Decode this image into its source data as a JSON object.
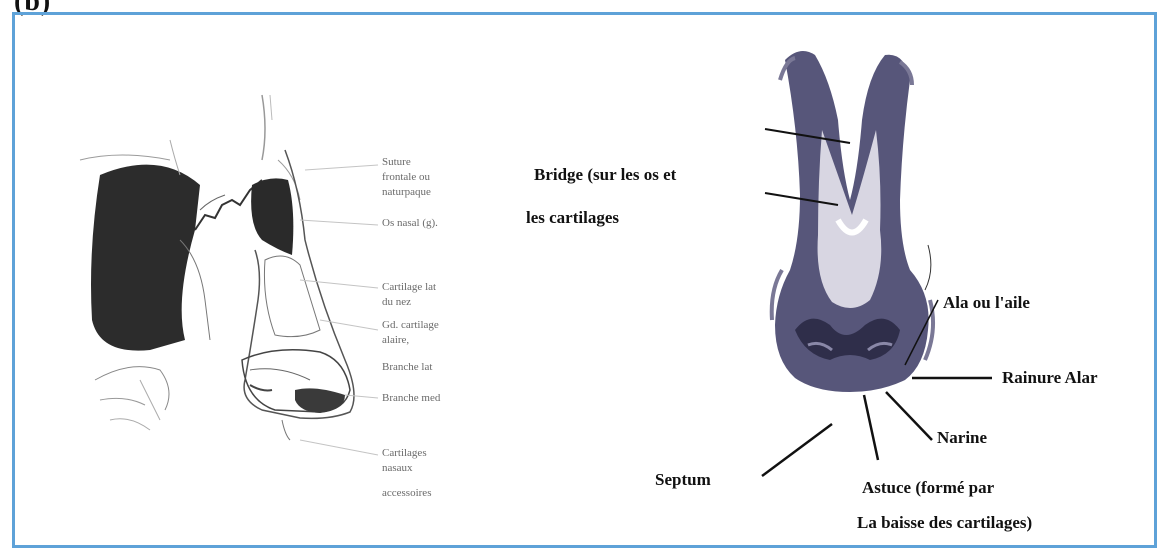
{
  "figure_label": "(b)",
  "left_diagram": {
    "labels": [
      "Suture",
      "frontale ou",
      "naturpaque",
      "Os nasal (g).",
      "Cartilage lat",
      "du nez",
      "Gd. cartilage",
      "alaire,",
      "Branche lat",
      "Branche med",
      "Cartilages",
      "nasaux",
      "accessoires"
    ]
  },
  "right_diagram": {
    "bridge_line1": "Bridge (sur les os et",
    "bridge_line2": "les cartilages",
    "ala": "Ala ou l'aile",
    "rainure": "Rainure Alar",
    "narine": "Narine",
    "septum": "Septum",
    "astuce_line1": "Astuce (formé par",
    "astuce_line2": "La baisse des cartilages)"
  },
  "colors": {
    "frame_border": "#5ea2d8",
    "nose_fill": "#57567a"
  }
}
